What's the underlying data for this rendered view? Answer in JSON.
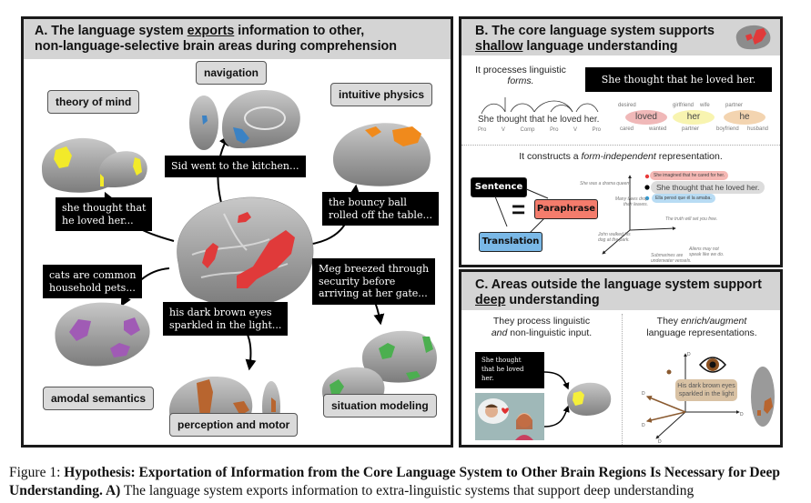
{
  "panel_a": {
    "title_pre": "A. The language system ",
    "title_underline": "exports",
    "title_post": " information to other,",
    "title_line2": "non-language-selective brain areas during comprehension",
    "central_region_color": "#e03a3a",
    "regions": [
      {
        "label": "navigation",
        "quote": "Sid went to the kitchen...",
        "color": "#3b82c4"
      },
      {
        "label": "theory of mind",
        "quote": "she thought that\nhe loved her...",
        "color": "#f2ea2a"
      },
      {
        "label": "intuitive physics",
        "quote": "the bouncy ball\nrolled off the table...",
        "color": "#f08a1c"
      },
      {
        "label": "amodal semantics",
        "quote": "cats are common\nhousehold pets...",
        "color": "#a05bb5"
      },
      {
        "label": "perception and motor",
        "quote": "his dark brown eyes\nsparkled in the light...",
        "color": "#b8652f"
      },
      {
        "label": "situation modeling",
        "quote": "Meg breezed through\nsecurity before\narriving at her gate...",
        "color": "#4caf50"
      }
    ]
  },
  "panel_b": {
    "title_line1": "B. The core language system supports",
    "title_underline": "shallow",
    "title_post": " language understanding",
    "forms_text_pre": "It processes linguistic",
    "forms_text_ital": "forms.",
    "example_sentence": "She thought that he loved her.",
    "parse_sentence": "She thought that he loved her.",
    "pos_tags": [
      "Pro",
      "V",
      "Comp",
      "Pro",
      "V",
      "Pro"
    ],
    "word_clouds": [
      {
        "word": "loved",
        "neighbors": [
          "desired",
          "cared",
          "wanted"
        ],
        "color": "#f0b8b8"
      },
      {
        "word": "her",
        "neighbors": [
          "girlfriend",
          "wife",
          "partner"
        ],
        "color": "#f8f4b0"
      },
      {
        "word": "he",
        "neighbors": [
          "partner",
          "boyfriend",
          "husband"
        ],
        "color": "#f3d4b0"
      }
    ],
    "form_indep_pre": "It constructs a ",
    "form_indep_ital": "form-independent",
    "form_indep_post": " representation.",
    "concepts": {
      "sentence": "Sentence",
      "paraphrase": "Paraphrase",
      "translation": "Translation",
      "equals": "="
    },
    "concept_colors": {
      "sentence": "#000000",
      "paraphrase": "#f47c6c",
      "translation": "#7ab8e6"
    },
    "space_sentences": {
      "paraphrase": "She imagined that he cared for her.",
      "main": "She thought that he loved her.",
      "translation": "Ella pensó que él la amaba.",
      "others": [
        "She was a drama queen.",
        "Many trees drop their leaves.",
        "The truth will set you free.",
        "John walked his dog at the park.",
        "Aliens may not speak like we do.",
        "Submarines are underwater vessels."
      ]
    }
  },
  "panel_c": {
    "title_line1": "C. Areas outside the language system support",
    "title_underline": "deep",
    "title_post": " understanding",
    "left_heading_line1": "They process linguistic",
    "left_heading_ital": "and",
    "left_heading_line2_post": " non-linguistic input.",
    "left_quote": "She thought\nthat he loved\nher.",
    "right_heading_pre": "They ",
    "right_heading_ital": "enrich/augment",
    "right_heading_line2": "language representations.",
    "enriched_text": "His dark brown eyes sparkled in the light",
    "axis_labels": [
      "D",
      "D",
      "D",
      "D",
      "D"
    ],
    "highlight_color": "#f5ef3a",
    "enrich_color": "#b8652f"
  },
  "caption": {
    "label": "Figure 1: ",
    "bold_title": "Hypothesis: Exportation of Information from the Core Language System to Other Brain Regions Is Necessary for Deep Understanding.",
    "part_label": " A)",
    "text": " The language system exports information to extra-linguistic systems that support deep understanding"
  }
}
